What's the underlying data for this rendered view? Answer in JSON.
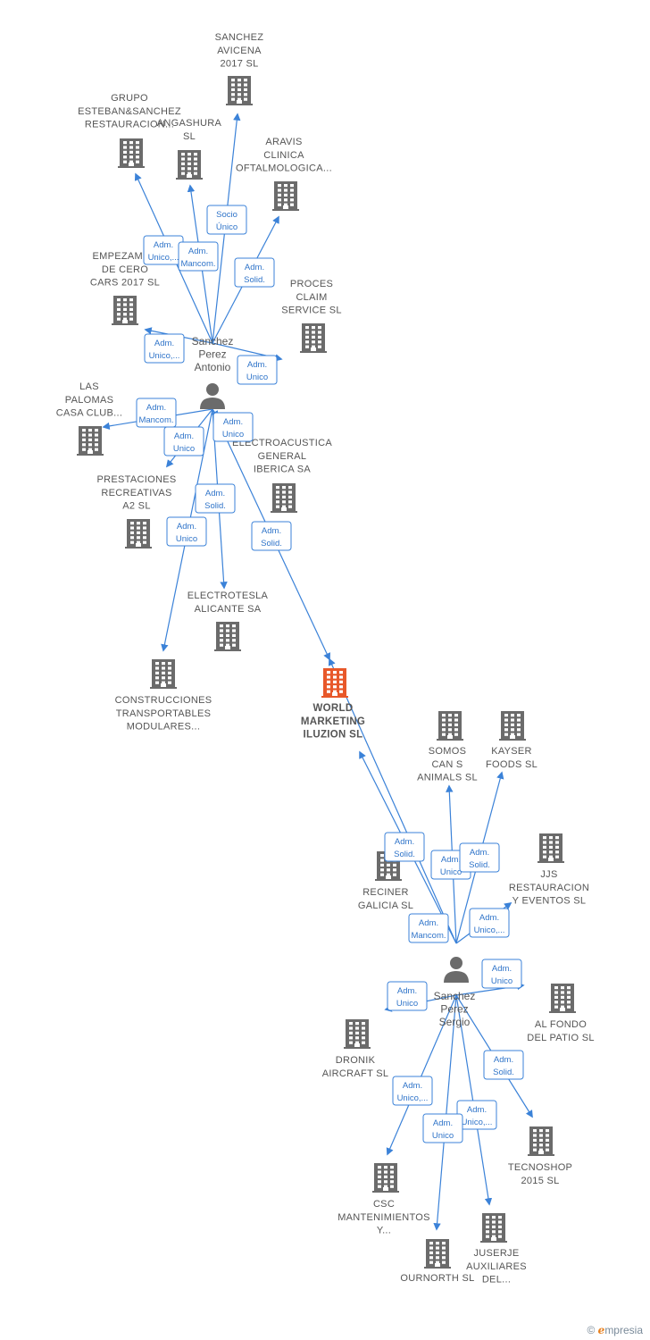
{
  "colors": {
    "edge": "#3b82d8",
    "building": "#6b6b6b",
    "focus_building": "#e8582a",
    "person": "#6b6b6b"
  },
  "people": [
    {
      "id": "p1",
      "lines": [
        "Sanchez",
        "Perez",
        "Antonio"
      ]
    },
    {
      "id": "p2",
      "lines": [
        "Sanchez",
        "Perez",
        "Sergio"
      ]
    }
  ],
  "companies": [
    {
      "id": "c1",
      "lines": [
        "SANCHEZ",
        "AVICENA",
        "2017  SL"
      ]
    },
    {
      "id": "c2",
      "lines": [
        "GRUPO",
        "ESTEBAN&SANCHEZ",
        "RESTAURACION..."
      ]
    },
    {
      "id": "c3",
      "lines": [
        "ANGASHURA",
        "SL"
      ]
    },
    {
      "id": "c4",
      "lines": [
        "ARAVIS",
        "CLINICA",
        "OFTALMOLOGICA..."
      ]
    },
    {
      "id": "c5",
      "lines": [
        "EMPEZAMOS",
        "DE CERO",
        "CARS 2017  SL"
      ]
    },
    {
      "id": "c6",
      "lines": [
        "PROCES",
        "CLAIM",
        "SERVICE SL"
      ]
    },
    {
      "id": "c7",
      "lines": [
        "LAS",
        "PALOMAS",
        "CASA CLUB..."
      ]
    },
    {
      "id": "c8",
      "lines": [
        "ELECTROACUSTICA",
        "GENERAL",
        "IBERICA SA"
      ]
    },
    {
      "id": "c9",
      "lines": [
        "PRESTACIONES",
        "RECREATIVAS",
        "A2 SL"
      ]
    },
    {
      "id": "c10",
      "lines": [
        "ELECTROTESLA",
        "ALICANTE SA"
      ]
    },
    {
      "id": "c11",
      "lines": [
        "CONSTRUCCIONES",
        "TRANSPORTABLES",
        "MODULARES..."
      ]
    },
    {
      "id": "c12",
      "lines": [
        "WORLD",
        "MARKETING",
        "ILUZION  SL"
      ],
      "focus": true
    },
    {
      "id": "c13",
      "lines": [
        "SOMOS",
        "CAN S",
        "ANIMALS  SL"
      ]
    },
    {
      "id": "c14",
      "lines": [
        "KAYSER",
        "FOODS  SL"
      ]
    },
    {
      "id": "c15",
      "lines": [
        "RECINER",
        "GALICIA  SL"
      ]
    },
    {
      "id": "c16",
      "lines": [
        "JJS",
        "RESTAURACION",
        "Y EVENTOS  SL"
      ]
    },
    {
      "id": "c17",
      "lines": [
        "AL FONDO",
        "DEL PATIO SL"
      ]
    },
    {
      "id": "c18",
      "lines": [
        "DRONIK",
        "AIRCRAFT  SL"
      ]
    },
    {
      "id": "c19",
      "lines": [
        "TECNOSHOP",
        "2015  SL"
      ]
    },
    {
      "id": "c20",
      "lines": [
        "CSC",
        "MANTENIMIENTOS",
        "Y..."
      ]
    },
    {
      "id": "c21",
      "lines": [
        "JUSERJE",
        "AUXILIARES",
        "DEL..."
      ]
    },
    {
      "id": "c22",
      "lines": [
        "OURNORTH  SL"
      ]
    }
  ],
  "edges": [
    {
      "from": "p1",
      "to": "c1",
      "role": [
        "Socio",
        "Único"
      ]
    },
    {
      "from": "p1",
      "to": "c2",
      "role": [
        "Adm.",
        "Unico,..."
      ]
    },
    {
      "from": "p1",
      "to": "c3",
      "role": [
        "Adm.",
        "Mancom."
      ]
    },
    {
      "from": "p1",
      "to": "c4",
      "role": [
        "Adm.",
        "Solid."
      ]
    },
    {
      "from": "p1",
      "to": "c5",
      "role": [
        "Adm.",
        "Unico,..."
      ]
    },
    {
      "from": "p1",
      "to": "c6",
      "role": [
        "Adm.",
        "Unico"
      ]
    },
    {
      "from": "p1",
      "to": "c7",
      "role": [
        "Adm.",
        "Mancom."
      ]
    },
    {
      "from": "p1",
      "to": "c8",
      "role": [
        "Adm.",
        "Unico"
      ]
    },
    {
      "from": "p1",
      "to": "c9",
      "role": [
        "Adm.",
        "Unico"
      ]
    },
    {
      "from": "p1",
      "to": "c10",
      "role": [
        "Adm.",
        "Solid."
      ]
    },
    {
      "from": "p1",
      "to": "c11",
      "role": [
        "Adm.",
        "Unico"
      ]
    },
    {
      "from": "p1",
      "to": "c12",
      "role": [
        "Adm.",
        "Solid."
      ]
    },
    {
      "from": "p2",
      "to": "c12",
      "role": [
        "Adm.",
        "Solid."
      ]
    },
    {
      "from": "p2",
      "to": "c13",
      "role": [
        "Adm.",
        "Unico"
      ]
    },
    {
      "from": "p2",
      "to": "c14",
      "role": [
        "Adm.",
        "Solid."
      ]
    },
    {
      "from": "p2",
      "to": "c15",
      "role": [
        "Adm.",
        "Mancom."
      ]
    },
    {
      "from": "p2",
      "to": "c16",
      "role": [
        "Adm.",
        "Unico,..."
      ]
    },
    {
      "from": "p2",
      "to": "c17",
      "role": [
        "Adm.",
        "Unico"
      ]
    },
    {
      "from": "p2",
      "to": "c18",
      "role": [
        "Adm.",
        "Unico"
      ]
    },
    {
      "from": "p2",
      "to": "c19",
      "role": [
        "Adm.",
        "Solid."
      ]
    },
    {
      "from": "p2",
      "to": "c20",
      "role": [
        "Adm.",
        "Unico,..."
      ]
    },
    {
      "from": "p2",
      "to": "c21",
      "role": [
        "Adm.",
        "Unico,..."
      ]
    },
    {
      "from": "p2",
      "to": "c22",
      "role": [
        "Adm.",
        "Unico"
      ]
    }
  ],
  "brand": {
    "copyright": "©",
    "initial": "e",
    "rest": "mpresia"
  }
}
